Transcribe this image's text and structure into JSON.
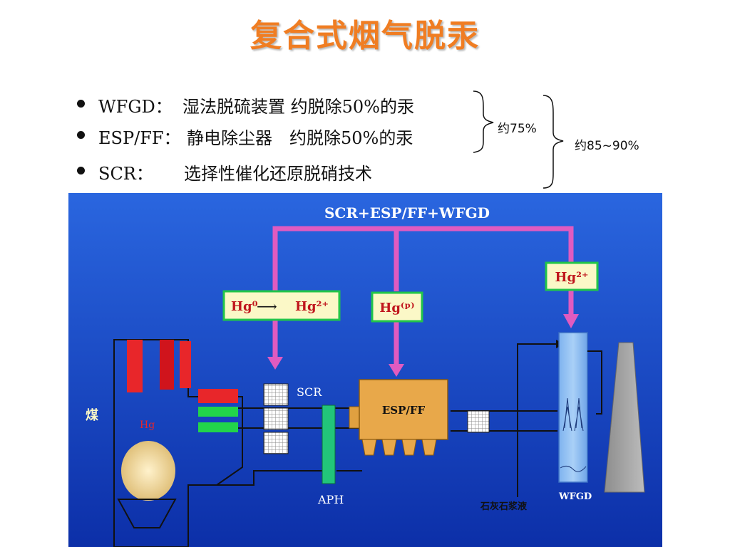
{
  "title": "复合式烟气脱汞",
  "bullets": [
    {
      "label": "WFGD：",
      "desc": "湿法脱硫装置 约脱除50%的汞"
    },
    {
      "label": "ESP/FF：",
      "desc": "静电除尘器　约脱除50%的汞"
    },
    {
      "label": "SCR：",
      "desc": "选择性催化还原脱硝技术"
    }
  ],
  "notes": {
    "combined_two": "约75%",
    "combined_all": "约85~90%"
  },
  "diagram": {
    "banner": "SCR+ESP/FF+WFGD",
    "box_scr_left": "Hg⁰",
    "box_scr_arrow": "⟶",
    "box_scr_right": "Hg²⁺",
    "box_esp": "Hg⁽ᵖ⁾",
    "box_wfgd": "Hg²⁺",
    "coal": "煤",
    "boiler_hg": "Hg",
    "scr": "SCR",
    "esp": "ESP/FF",
    "aph": "APH",
    "limestone": "石灰石浆液",
    "wfgd": "WFGD",
    "colors": {
      "background": "#1b4fd3",
      "pink_lines": "#e05bc0",
      "green_border": "#22c54a",
      "label_box_fill": "#fbf8c7",
      "title_orange": "#f07d22"
    }
  }
}
